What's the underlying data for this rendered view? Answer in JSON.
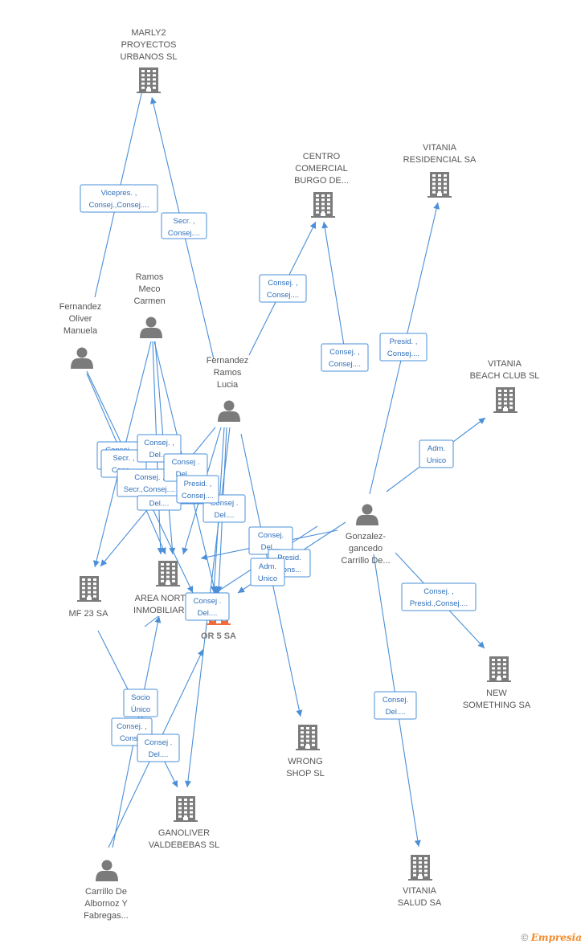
{
  "nodes": [
    {
      "id": "marly2",
      "type": "company",
      "label": [
        "MARLY2",
        "PROYECTOS",
        "URBANOS SL"
      ]
    },
    {
      "id": "centro",
      "type": "company",
      "label": [
        "CENTRO",
        "COMERCIAL",
        "BURGO DE..."
      ]
    },
    {
      "id": "vit_res",
      "type": "company",
      "label": [
        "VITANIA",
        "RESIDENCIAL SA"
      ]
    },
    {
      "id": "vit_beach",
      "type": "company",
      "label": [
        "VITANIA",
        "BEACH CLUB SL"
      ]
    },
    {
      "id": "ramos",
      "type": "person",
      "label": [
        "Ramos",
        "Meco",
        "Carmen"
      ]
    },
    {
      "id": "fern_oliver",
      "type": "person",
      "label": [
        "Fernandez",
        "Oliver",
        "Manuela"
      ]
    },
    {
      "id": "fern_ramos",
      "type": "person",
      "label": [
        "Fernandez",
        "Ramos",
        "Lucia"
      ]
    },
    {
      "id": "gonzalez",
      "type": "person",
      "label": [
        "Gonzalez-",
        "gancedo",
        "Carrillo De..."
      ]
    },
    {
      "id": "mf23",
      "type": "company",
      "label": [
        "MF 23 SA"
      ]
    },
    {
      "id": "area",
      "type": "company",
      "label": [
        "AREA NORTE",
        "INMOBILIARIA"
      ]
    },
    {
      "id": "or5",
      "type": "focus",
      "label": [
        "OR 5 SA"
      ]
    },
    {
      "id": "new_some",
      "type": "company",
      "label": [
        "NEW",
        "SOMETHING SA"
      ]
    },
    {
      "id": "wrong",
      "type": "company",
      "label": [
        "WRONG",
        "SHOP  SL"
      ]
    },
    {
      "id": "ganoliver",
      "type": "company",
      "label": [
        "GANOLIVER",
        "VALDEBEBAS SL"
      ]
    },
    {
      "id": "vit_salud",
      "type": "company",
      "label": [
        "VITANIA",
        "SALUD SA"
      ]
    },
    {
      "id": "carrillo",
      "type": "person",
      "label": [
        "Carrillo De",
        "Albornoz Y",
        "Fabregas..."
      ]
    }
  ],
  "relations": [
    {
      "lines": [
        "Vicepres. ,",
        "Consej.,Consej...."
      ]
    },
    {
      "lines": [
        "Secr. ,",
        "Consej...."
      ]
    },
    {
      "lines": [
        "Consej. ,",
        "Consej...."
      ]
    },
    {
      "lines": [
        "Consej. ,",
        "Consej...."
      ]
    },
    {
      "lines": [
        "Presid. ,",
        "Consej...."
      ]
    },
    {
      "lines": [
        "Adm.",
        "Unico"
      ]
    },
    {
      "lines": [
        "Consej. ,",
        "Presid.,Consej...."
      ]
    },
    {
      "lines": [
        "Consej.",
        "Del...."
      ]
    },
    {
      "lines": [
        "Presid.",
        "Cons..."
      ]
    },
    {
      "lines": [
        "Consej. ,",
        "Consej...."
      ]
    },
    {
      "lines": [
        "Secr. ,",
        "Cons..."
      ]
    },
    {
      "lines": [
        "Consej. ,",
        "Del...."
      ]
    },
    {
      "lines": [
        "Consej. ,",
        "Secr.,Consej...."
      ]
    },
    {
      "lines": [
        "Consej. ,",
        "Del...."
      ]
    },
    {
      "lines": [
        "Del...."
      ]
    },
    {
      "lines": [
        "Consej .",
        "Del...."
      ]
    },
    {
      "lines": [
        "Consej .",
        "Del...."
      ]
    },
    {
      "lines": [
        "Presid. ,",
        "Consej...."
      ]
    },
    {
      "lines": [
        "Adm.",
        "Unico"
      ]
    },
    {
      "lines": [
        "Consej .",
        "Del...."
      ]
    },
    {
      "lines": [
        "Socio",
        "Único"
      ]
    },
    {
      "lines": [
        "Consej. ,",
        "Cons..."
      ]
    },
    {
      "lines": [
        "Consej .",
        "Del...."
      ]
    },
    {
      "lines": [
        "Consej.",
        "Del...."
      ]
    }
  ],
  "footer": {
    "copyright": "©",
    "brand": "Empresia"
  },
  "colors": {
    "edge": "#4a8fd8",
    "icon": "#7b7b7b",
    "focus": "#f26b3a"
  }
}
